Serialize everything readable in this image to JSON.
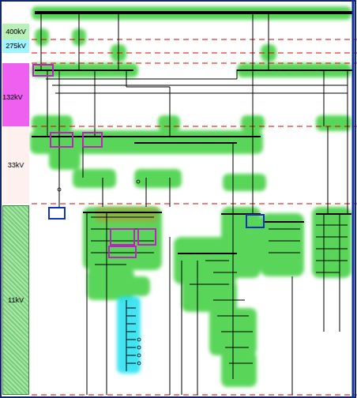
{
  "diagram": {
    "nodes": [
      {
        "text": [
          "400kV"
        ]
      },
      {
        "text": [
          "275kV"
        ]
      },
      {
        "text": [
          "132kV"
        ]
      },
      {
        "text": [
          "33kV"
        ]
      },
      {
        "text": [
          "11kV"
        ]
      }
    ]
  }
}
